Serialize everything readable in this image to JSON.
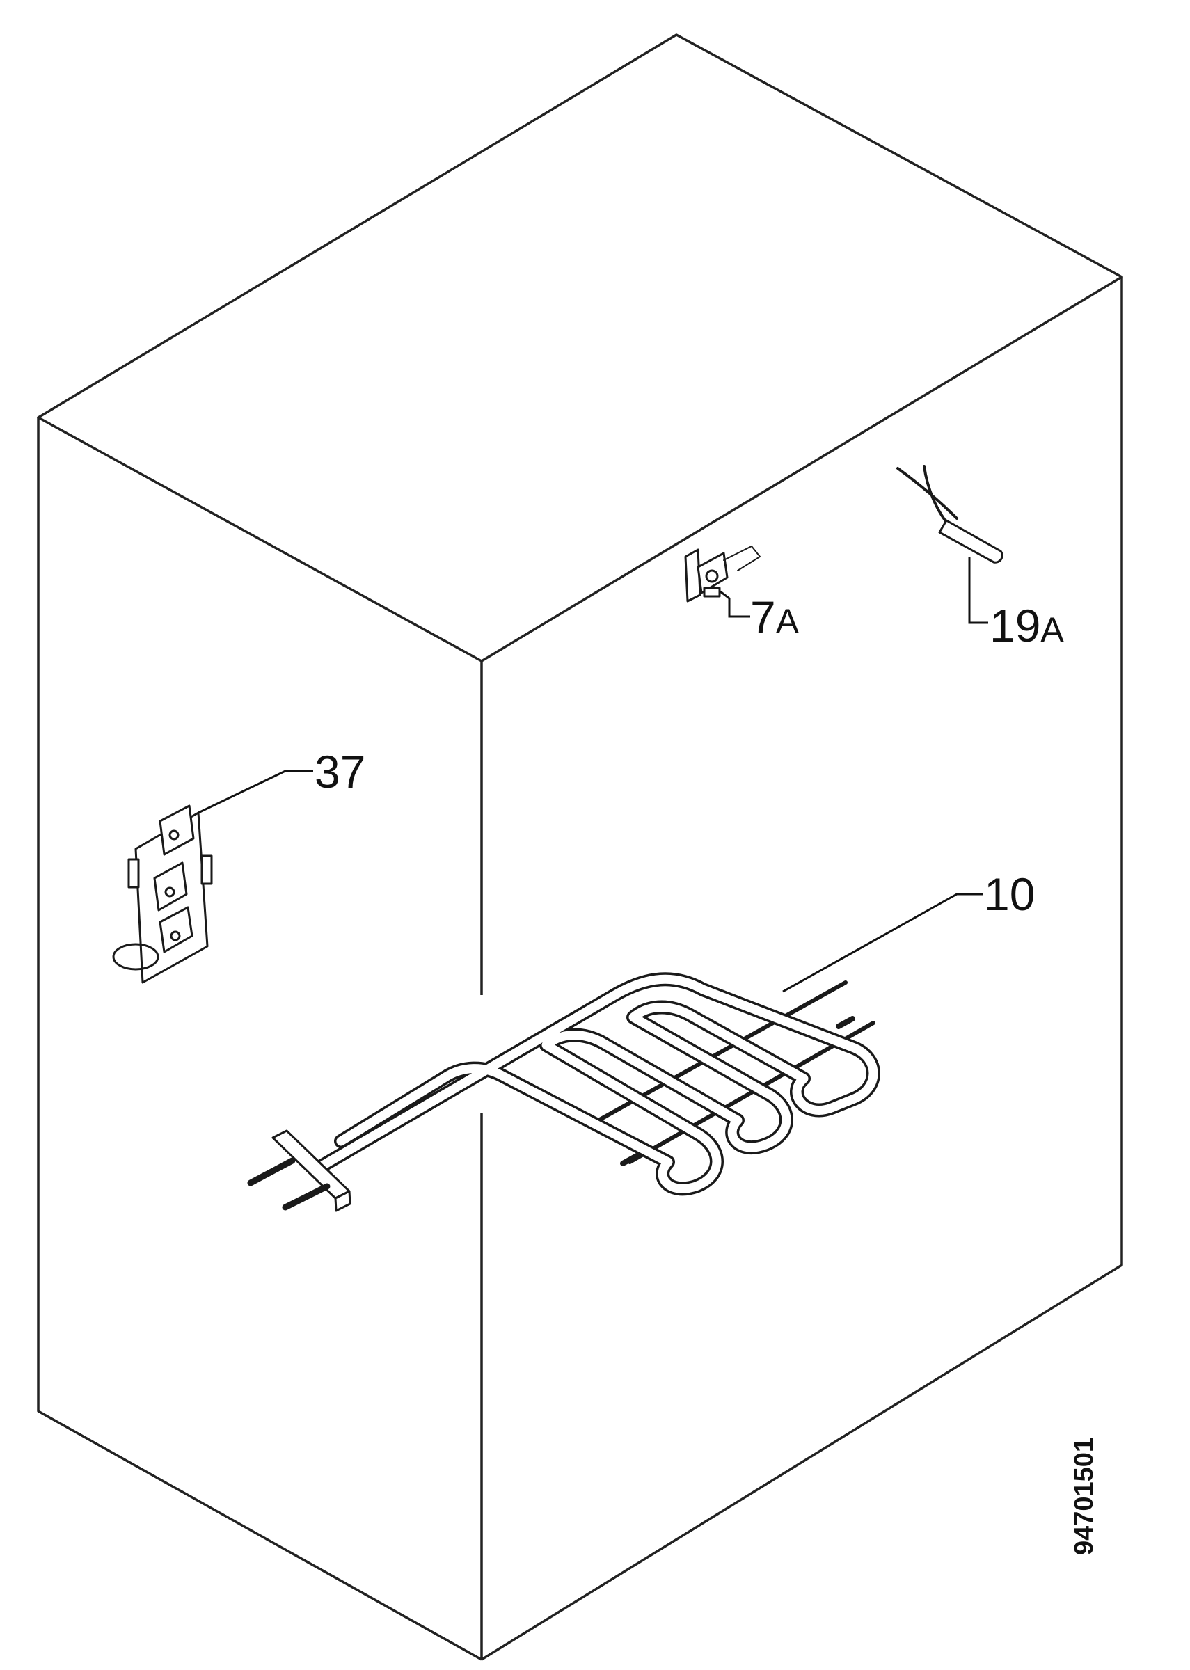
{
  "diagram": {
    "callouts": [
      {
        "id": "7a",
        "number": "7",
        "suffix": "A"
      },
      {
        "id": "19a",
        "number": "19",
        "suffix": "A"
      },
      {
        "id": "37",
        "number": "37",
        "suffix": ""
      },
      {
        "id": "10",
        "number": "10",
        "suffix": ""
      }
    ],
    "document_number": "94701501",
    "colors": {
      "line": "#222222",
      "background": "#ffffff"
    }
  }
}
